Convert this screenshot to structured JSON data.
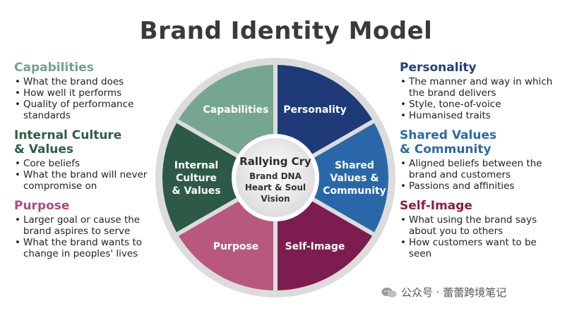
{
  "title": "Brand Identity Model",
  "left": [
    {
      "key": "capabilities",
      "heading": "Capabilities",
      "color": "#6fa58c",
      "items": [
        "What the brand does",
        "How well it performs",
        "Quality of performance standards"
      ]
    },
    {
      "key": "internal",
      "heading": "Internal Culture & Values",
      "color": "#2f5e45",
      "items": [
        "Core beliefs",
        "What the brand will never compromise on"
      ]
    },
    {
      "key": "purpose",
      "heading": "Purpose",
      "color": "#b04a7a",
      "items": [
        "Larger goal or cause the brand aspires to serve",
        "What the brand wants to change in peoples' lives"
      ]
    }
  ],
  "right": [
    {
      "key": "personality",
      "heading": "Personality",
      "color": "#1f3f7f",
      "items": [
        "The manner and way in which the brand delivers",
        "Style, tone-of-voice",
        "Humanised traits"
      ]
    },
    {
      "key": "shared",
      "heading": "Shared Values & Community",
      "color": "#2a6aa8",
      "items": [
        "Aligned beliefs between the brand and customers",
        "Passions and affinities"
      ]
    },
    {
      "key": "selfimage",
      "heading": "Self-Image",
      "color": "#8a1e4a",
      "items": [
        "What using the brand says about you to others",
        "How customers want to be seen"
      ]
    }
  ],
  "wheel": {
    "segments": [
      {
        "key": "personality",
        "lines": [
          "Personality"
        ],
        "color": "#1f3a78"
      },
      {
        "key": "shared",
        "lines": [
          "Shared",
          "Values &",
          "Community"
        ],
        "color": "#2a67a8"
      },
      {
        "key": "selfimage",
        "lines": [
          "Self-Image"
        ],
        "color": "#7d1c4e"
      },
      {
        "key": "purpose",
        "lines": [
          "Purpose"
        ],
        "color": "#b9587f"
      },
      {
        "key": "internal",
        "lines": [
          "Internal",
          "Culture",
          "& Values"
        ],
        "color": "#2c5a46"
      },
      {
        "key": "capabilities",
        "lines": [
          "Capabilities"
        ],
        "color": "#77a690"
      }
    ],
    "center": {
      "title": "Rallying Cry",
      "lines": [
        "Brand DNA",
        "Heart & Soul",
        "Vision"
      ]
    }
  },
  "watermark": {
    "text": "公众号 · 蕾蕾跨境笔记",
    "icon": "wechat-icon"
  }
}
